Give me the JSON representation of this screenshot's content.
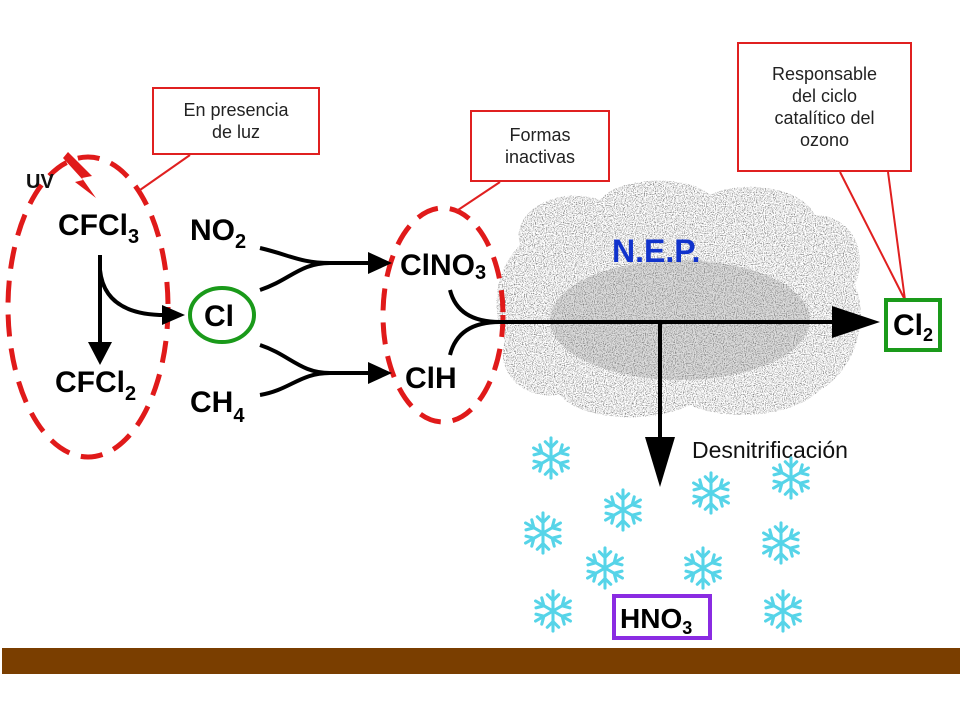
{
  "labels": {
    "uv": "UV",
    "cfcl3": "CFCl",
    "cfcl3_sub": "3",
    "cfcl2": "CFCl",
    "cfcl2_sub": "2",
    "cl": "Cl",
    "no2": "NO",
    "no2_sub": "2",
    "ch4": "CH",
    "ch4_sub": "4",
    "clno3": "ClNO",
    "clno3_sub": "3",
    "clh": "ClH",
    "nep": "N.E.P.",
    "cl2": "Cl",
    "cl2_sub": "2",
    "hno3": "HNO",
    "hno3_sub": "3",
    "denitrification": "Desnitrificación"
  },
  "callouts": {
    "light": [
      "En presencia",
      "de luz"
    ],
    "inactive": [
      "Formas",
      "inactivas"
    ],
    "cycle": [
      "Responsable",
      "del ciclo",
      "catalítico del",
      "ozono"
    ]
  },
  "colors": {
    "dashed_ellipse": "#e01a1a",
    "callout_border": "#e02020",
    "cl_circle": "#1a9a1a",
    "cl2_box": "#1a9a1a",
    "hno3_box": "#8a2be2",
    "nep_text": "#1133cc",
    "snowflake": "#56d4e8",
    "ground": "#7a3e00",
    "arrows": "#000000"
  }
}
